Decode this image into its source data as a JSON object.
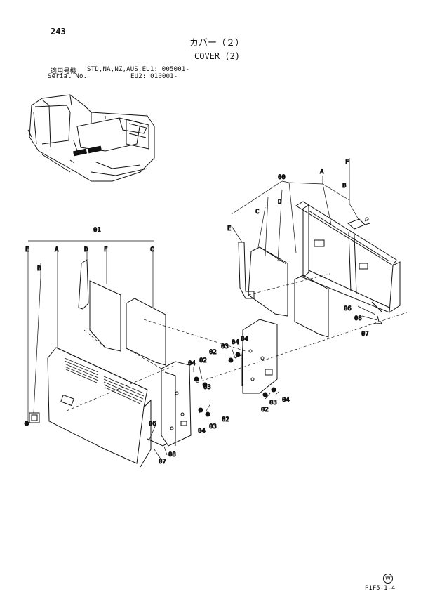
{
  "page": {
    "number": "243",
    "title_jp": "カバー（２）",
    "title_en": "COVER (2)",
    "serial_label_jp": "適用号機",
    "serial_label_en": "Serial No.",
    "serial_line1": "STD,NA,NZ,AUS,EU1: 005001-",
    "serial_line2": "EU2: 010001-",
    "footer_code": "P1F5-1-4",
    "mark": "W"
  },
  "callouts": {
    "c00": "00",
    "c01": "01",
    "c02": "02",
    "c03": "03",
    "c04": "04",
    "c06": "06",
    "c07": "07",
    "c08": "08",
    "cA": "A",
    "cB": "B",
    "cC": "C",
    "cD": "D",
    "cE": "E",
    "cF": "F"
  }
}
